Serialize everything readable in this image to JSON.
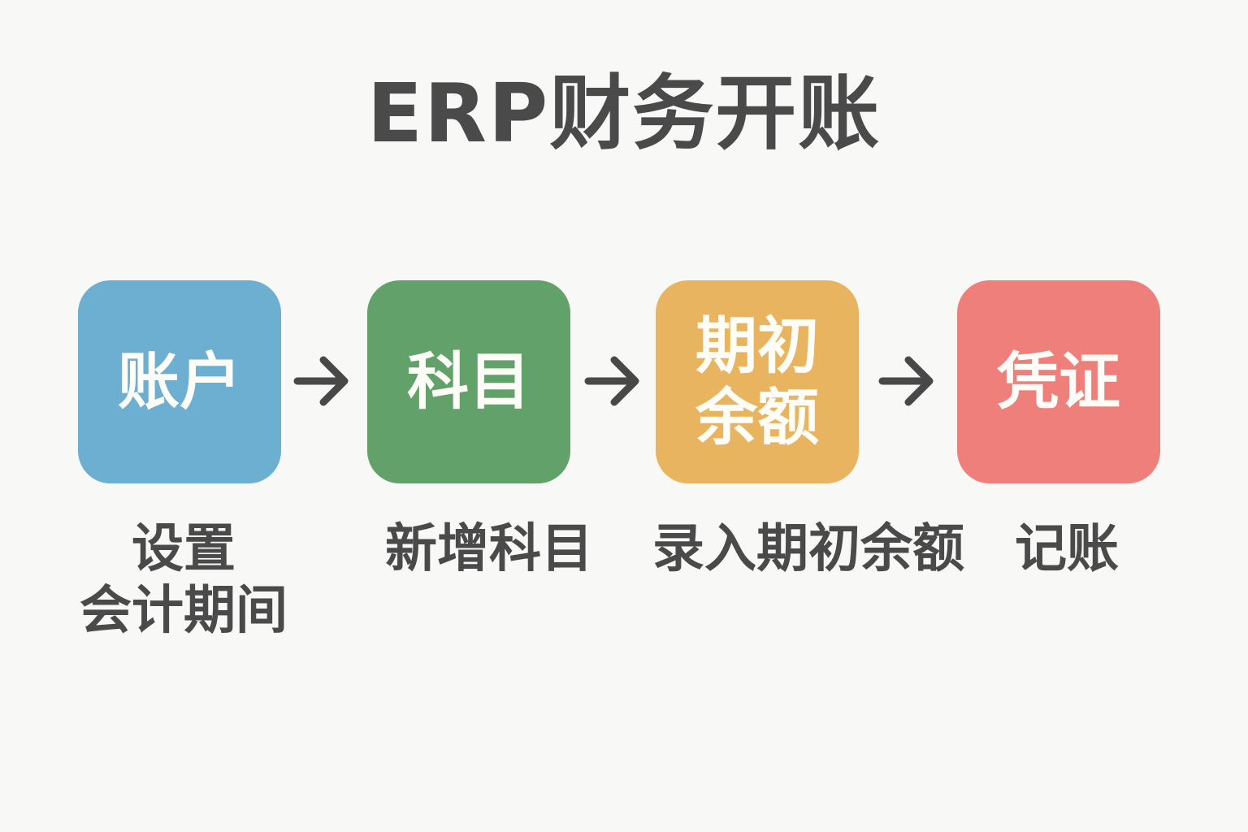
{
  "title": "ERP财务开账",
  "steps": [
    {
      "box_lines": [
        "账户"
      ],
      "color": "#6cafd0",
      "caption_lines": [
        "设置",
        "会计期间"
      ]
    },
    {
      "box_lines": [
        "科目"
      ],
      "color": "#62a26a",
      "caption_lines": [
        "新增科目"
      ]
    },
    {
      "box_lines": [
        "期初",
        "余额"
      ],
      "color": "#e8b45f",
      "caption_lines": [
        "录入期初余额"
      ]
    },
    {
      "box_lines": [
        "凭证"
      ],
      "color": "#ef7f7a",
      "caption_lines": [
        "记账"
      ]
    }
  ],
  "arrow_icon": "arrow-right-icon",
  "arrow_color": "#484848"
}
